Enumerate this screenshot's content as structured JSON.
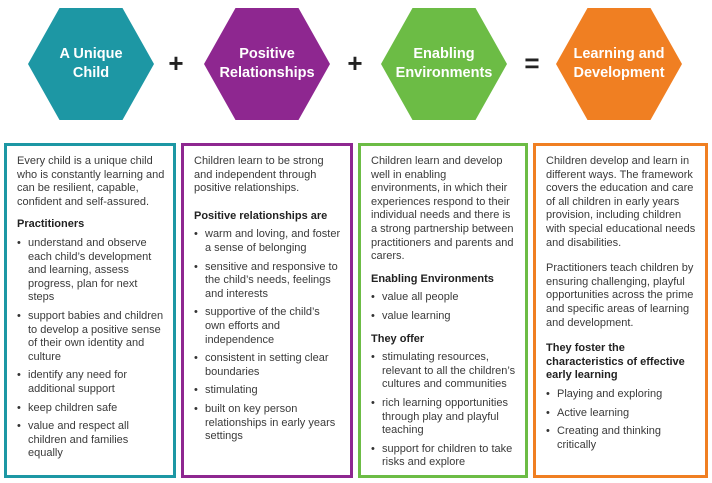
{
  "colors": {
    "teal": "#1d97a4",
    "purple": "#8e2790",
    "green": "#6cbc45",
    "orange": "#f07f22"
  },
  "headers": [
    {
      "label": "A Unique Child"
    },
    {
      "label": "Positive Relationships"
    },
    {
      "label": "Enabling Environments"
    },
    {
      "label": "Learning and Development"
    }
  ],
  "operators": [
    "+",
    "+",
    "="
  ],
  "columns": {
    "unique_child": {
      "intro": "Every child is a unique child who is constantly learning and can be resilient, capable, confident and self-assured.",
      "heading": "Practitioners",
      "items": [
        "understand and observe each child’s development and learning, assess progress, plan for next steps",
        "support babies and children to develop a positive sense of their own identity and culture",
        "identify any need for additional support",
        "keep children safe",
        "value and respect all children and families equally"
      ]
    },
    "positive_relationships": {
      "intro": "Children learn to be strong and independent through positive relationships.",
      "heading": "Positive relationships are",
      "items": [
        "warm and loving, and foster a sense of belonging",
        "sensitive and responsive to the child’s needs, feelings and interests",
        "supportive of the child’s own efforts and independence",
        "consistent in setting clear boundaries",
        "stimulating",
        "built on key person relationships in early years settings"
      ]
    },
    "enabling_environments": {
      "intro": "Children learn and develop well in enabling environments, in which their experiences respond to their individual needs and there is a strong partnership between practitioners and parents and carers.",
      "heading1": "Enabling Environments",
      "items1": [
        "value all people",
        "value learning"
      ],
      "heading2": "They offer",
      "items2": [
        "stimulating resources, relevant to all the children’s cultures and communities",
        "rich learning opportunities through play and playful teaching",
        "support for children to take risks and explore"
      ]
    },
    "learning_development": {
      "intro1": "Children develop and learn in different ways. The framework covers the education and care of all children in early years provision, including children with special educational needs and disabilities.",
      "intro2": "Practitioners teach children by ensuring challenging, playful opportunities across the prime and specific areas of learning and development.",
      "heading": "They foster the characteristics of effective early learning",
      "items": [
        "Playing and exploring",
        "Active learning",
        "Creating and thinking critically"
      ]
    }
  }
}
